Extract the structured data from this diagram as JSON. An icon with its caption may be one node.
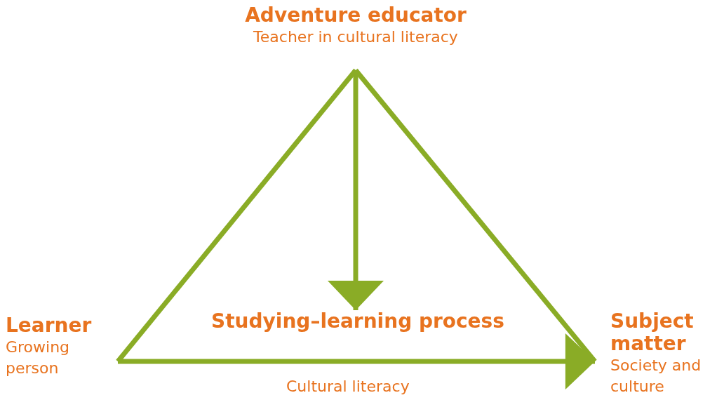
{
  "diagram": {
    "nodes": [
      {
        "text": [
          "Adventure educator",
          "Teacher in cultural literacy"
        ]
      },
      {
        "text": [
          "Learner",
          "Growing person"
        ]
      },
      {
        "text": [
          "Subject matter",
          "Society and culture"
        ]
      },
      {
        "text": [
          "Studying–learning process"
        ]
      }
    ],
    "edges": [
      {
        "from": 0,
        "to": 1,
        "arrow": "none"
      },
      {
        "from": 0,
        "to": 2,
        "arrow": "none"
      },
      {
        "from": 1,
        "to": 2,
        "arrow": "to",
        "label": "Cultural literacy"
      },
      {
        "from": 0,
        "to": 3,
        "arrow": "to"
      }
    ]
  }
}
